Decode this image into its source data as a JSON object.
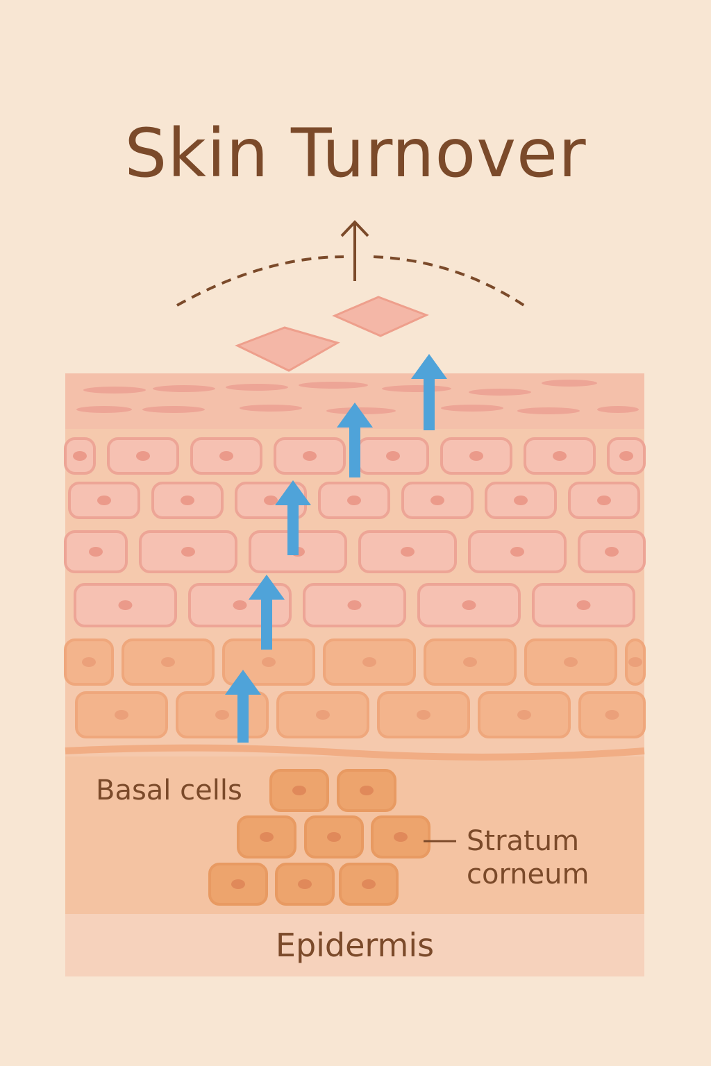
{
  "title": "Skin Turnover",
  "labels": {
    "basal_cells": "Basal cells",
    "stratum_line1": "Stratum",
    "stratum_line2": "corneum",
    "epidermis": "Epidermis"
  },
  "colors": {
    "background": "#f8e6d3",
    "text": "#7b4a2a",
    "arrow": "#4fa3d9",
    "upper_cell_fill": "#f6c2b2",
    "lower_cell_fill": "#f3b48c",
    "basal_cell_fill": "#eda46d"
  }
}
